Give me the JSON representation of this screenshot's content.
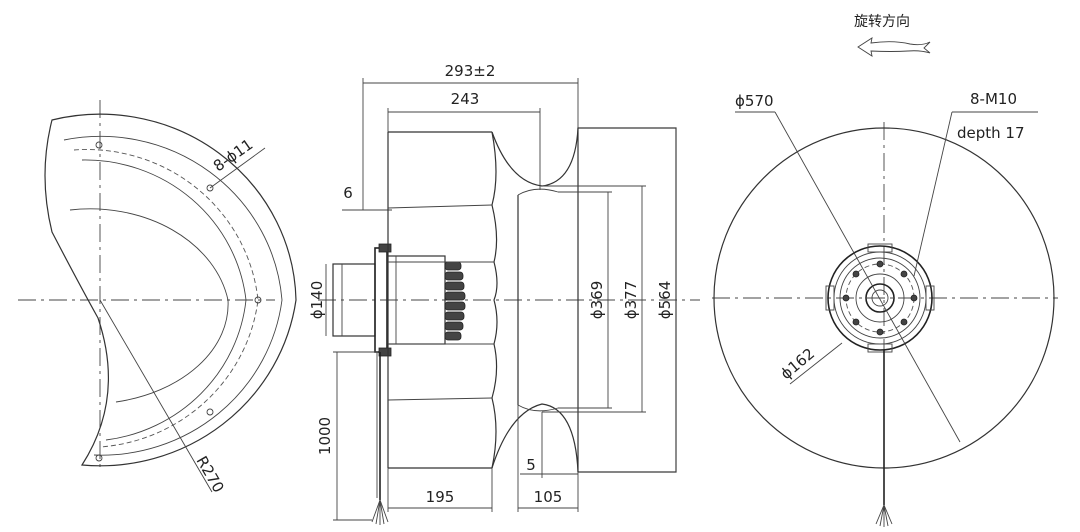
{
  "labels": {
    "rotation": "旋转方向",
    "holes": "8-ϕ11",
    "radius": "R270",
    "overall_length": "293±2",
    "length_243": "243",
    "offset_6": "6",
    "hub_dia": "ϕ140",
    "cable_length": "1000",
    "dia_369": "ϕ369",
    "dia_377": "ϕ377",
    "dia_564": "ϕ564",
    "gap_5": "5",
    "len_195": "195",
    "len_105": "105",
    "dia_570": "ϕ570",
    "thread": "8-M10",
    "depth": "depth 17",
    "dia_162": "ϕ162"
  },
  "colors": {
    "line": "#333333",
    "text": "#222222",
    "background": "#ffffff"
  }
}
